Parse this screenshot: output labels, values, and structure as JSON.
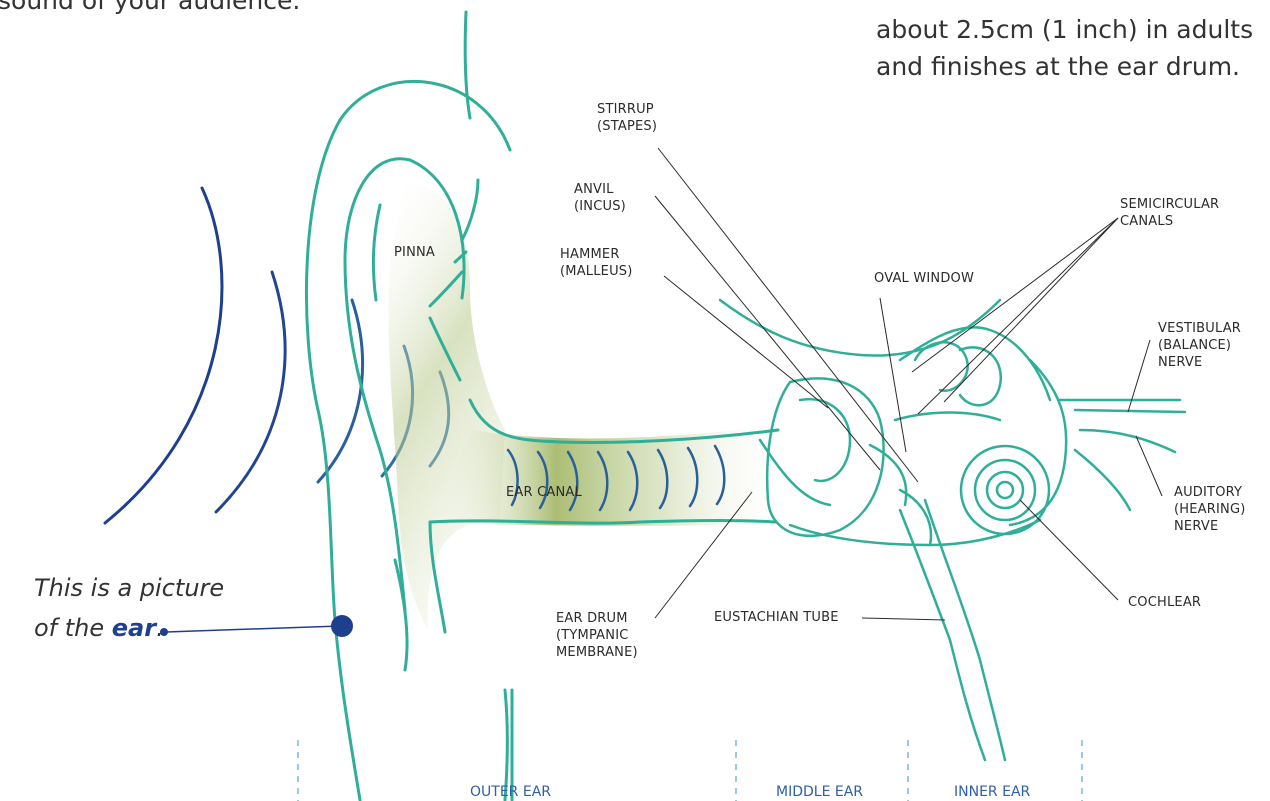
{
  "intro_top_left": "sound of your audience.",
  "intro_top_right": [
    "about 2.5cm (1 inch) in adults",
    "and finishes at the ear drum."
  ],
  "caption": {
    "line1": "This is a picture",
    "line2_prefix": "of the ",
    "line2_bold": "ear",
    "line2_suffix": "."
  },
  "labels": {
    "pinna": "PINNA",
    "ear_canal": "EAR CANAL",
    "stirrup": "STIRRUP\n(STAPES)",
    "anvil": "ANVIL\n(INCUS)",
    "hammer": "HAMMER\n(MALLEUS)",
    "oval_window": "OVAL WINDOW",
    "semicircular": "SEMICIRCULAR\nCANALS",
    "vestibular": "VESTIBULAR\n(BALANCE)\nNERVE",
    "auditory": "AUDITORY\n(HEARING)\nNERVE",
    "cochlear": "COCHLEAR",
    "eustachian": "EUSTACHIAN TUBE",
    "ear_drum": "EAR DRUM\n(TYMPANIC\nMEMBRANE)"
  },
  "sections": {
    "outer": "OUTER EAR",
    "middle": "MIDDLE EAR",
    "inner": "INNER EAR"
  },
  "colors": {
    "outline": "#2fae98",
    "wave_dark": "#1e3f8e",
    "wave_light": "#2f7fb8",
    "fill": "#9fb45a",
    "pointer": "#1e3f8e",
    "section_text": "#2f5fa8"
  }
}
